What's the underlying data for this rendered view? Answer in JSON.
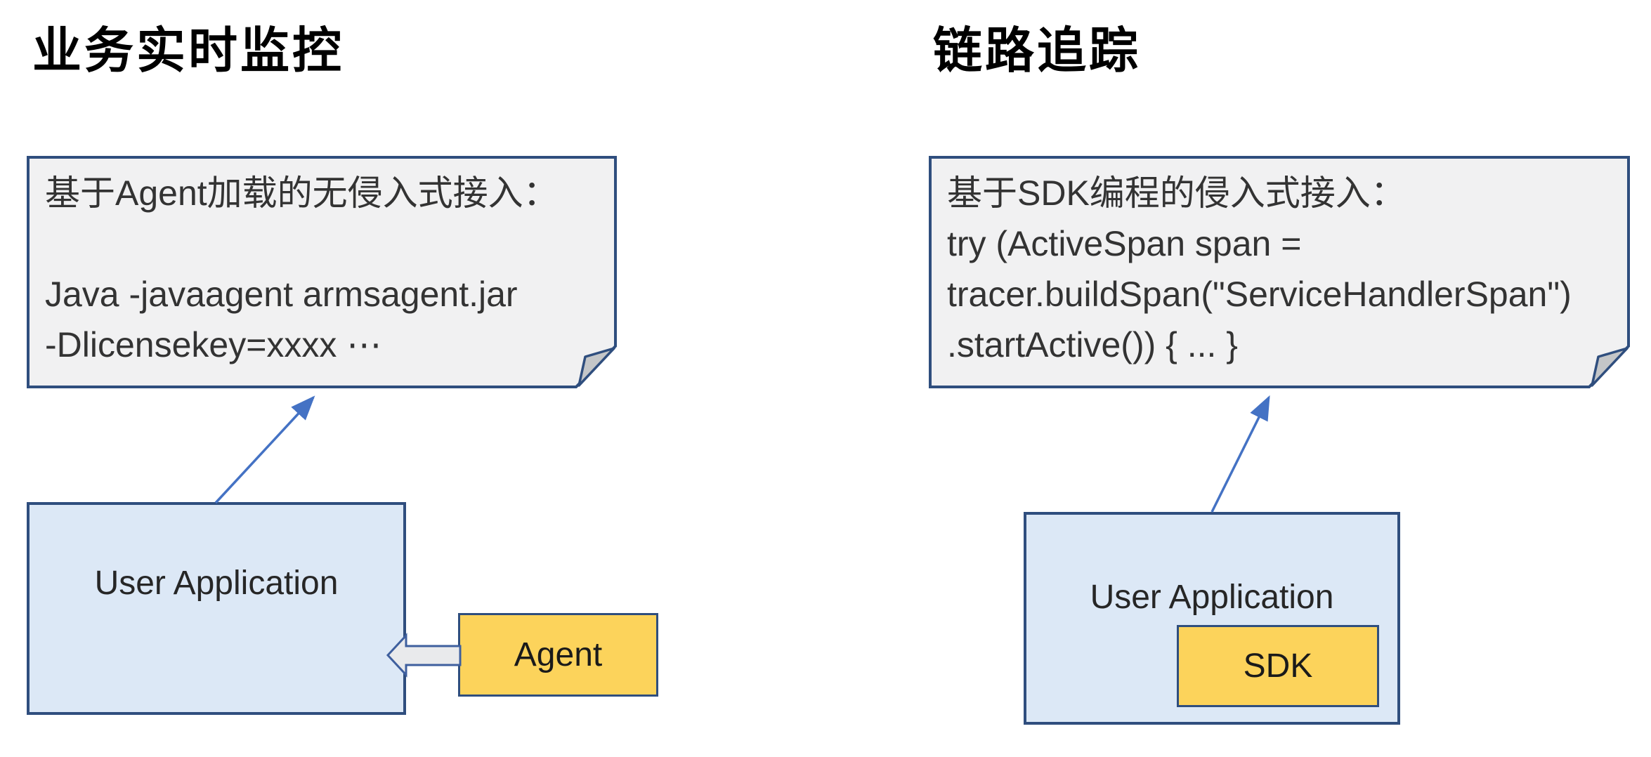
{
  "colors": {
    "border-navy": "#2f4e7e",
    "arrow-blue": "#4472c4",
    "note-fill": "#f1f1f2",
    "fold-fill": "#c4c6c8",
    "app-fill": "#dce8f6",
    "yellow-fill": "#fcd35b",
    "block-arrow-fill": "#e9eaec"
  },
  "left": {
    "title": "业务实时监控",
    "note": {
      "lines": [
        "基于Agent加载的无侵入式接入：",
        "",
        "Java -javaagent armsagent.jar",
        "-Dlicensekey=xxxx ⋯"
      ]
    },
    "app_box": {
      "label": "User Application"
    },
    "agent_box": {
      "label": "Agent"
    }
  },
  "right": {
    "title": "链路追踪",
    "note": {
      "lines": [
        "基于SDK编程的侵入式接入：",
        "try (ActiveSpan span =",
        "tracer.buildSpan(\"ServiceHandlerSpan\")",
        ".startActive()) { ... }"
      ]
    },
    "app_box": {
      "label": "User Application"
    },
    "sdk_box": {
      "label": "SDK"
    }
  }
}
